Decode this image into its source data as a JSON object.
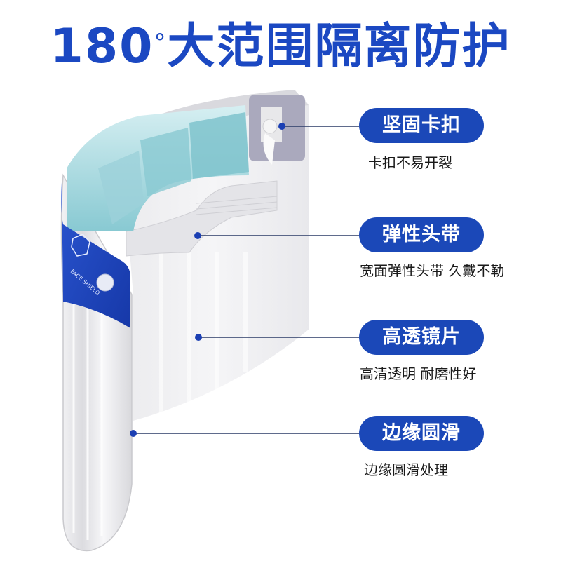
{
  "title": {
    "main": "180",
    "degree": "°",
    "rest": "大范围隔离防护"
  },
  "product": {
    "name": "face-shield",
    "band_label": "FACE SHIELD"
  },
  "colors": {
    "brand_blue": "#1b48c2",
    "pill_blue": "#1b48b8",
    "foam": "#8fd0d8",
    "text": "#1a1a1a"
  },
  "features": [
    {
      "label": "坚固卡扣",
      "desc": "卡扣不易开裂"
    },
    {
      "label": "弹性头带",
      "desc": "宽面弹性头带 久戴不勒"
    },
    {
      "label": "高透镜片",
      "desc": "高清透明 耐磨性好"
    },
    {
      "label": "边缘圆滑",
      "desc": "边缘圆滑处理"
    }
  ]
}
